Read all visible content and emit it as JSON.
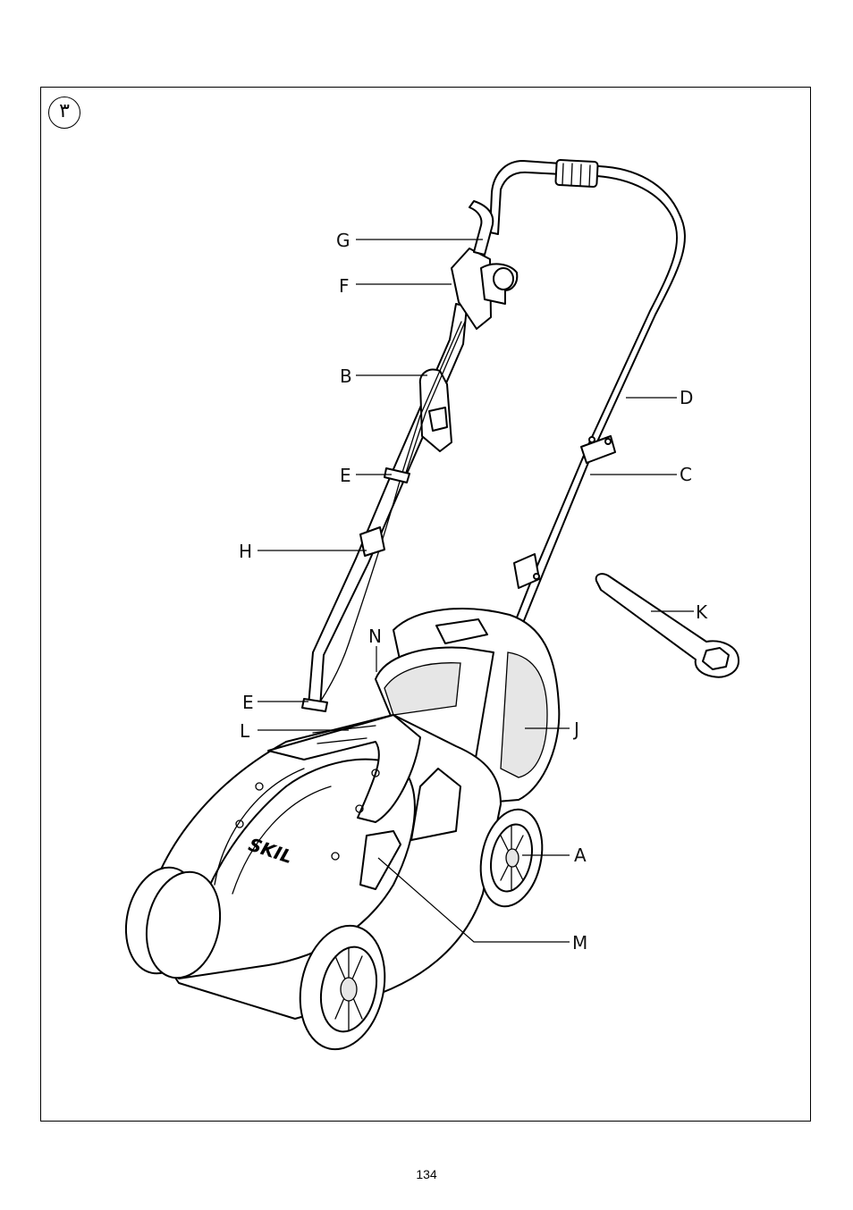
{
  "figure": {
    "number": "٣"
  },
  "brand": {
    "logo_text": "SKIL"
  },
  "labels": [
    {
      "id": "G",
      "text": "G"
    },
    {
      "id": "F",
      "text": "F"
    },
    {
      "id": "B",
      "text": "B"
    },
    {
      "id": "E1",
      "text": "E"
    },
    {
      "id": "H",
      "text": "H"
    },
    {
      "id": "N",
      "text": "N"
    },
    {
      "id": "E2",
      "text": "E"
    },
    {
      "id": "L",
      "text": "L"
    },
    {
      "id": "D",
      "text": "D"
    },
    {
      "id": "C",
      "text": "C"
    },
    {
      "id": "K",
      "text": "K"
    },
    {
      "id": "J",
      "text": "J"
    },
    {
      "id": "A",
      "text": "A"
    },
    {
      "id": "M",
      "text": "M"
    }
  ],
  "footer": {
    "page_number": "134"
  }
}
